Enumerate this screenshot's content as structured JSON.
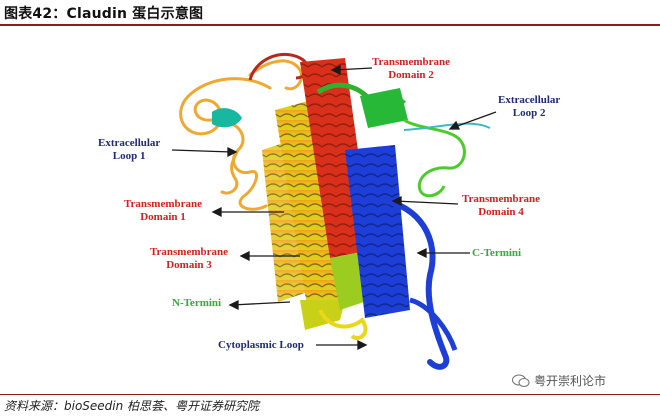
{
  "title": "图表42：Claudin 蛋白示意图",
  "source": "资料来源：bioSeedin 柏思荟、粤开证券研究院",
  "watermark": "粤开崇利论市",
  "labels": {
    "tm2": [
      "Transmembrane",
      "Domain 2"
    ],
    "el2": [
      "Extracellular",
      "Loop 2"
    ],
    "el1": [
      "Extracellular",
      "Loop 1"
    ],
    "tm1": [
      "Transmembrane",
      "Domain 1"
    ],
    "tm4": [
      "Transmembrane",
      "Domain 4"
    ],
    "tm3": [
      "Transmembrane",
      "Domain 3"
    ],
    "ct": "C-Termini",
    "nt": "N-Termini",
    "cyto": "Cytoplasmic Loop"
  },
  "colors": {
    "navy_label": "#1f2a7a",
    "red_label": "#d21f1f",
    "green_label": "#2fae2f",
    "rule": "#8a1e1e"
  }
}
